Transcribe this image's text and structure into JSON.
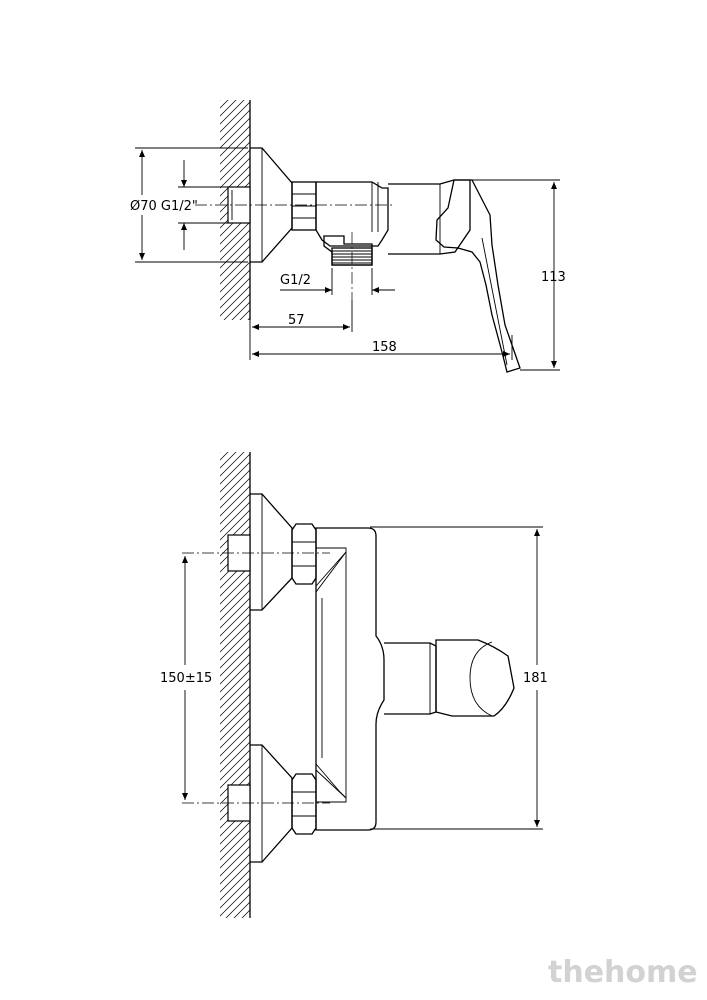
{
  "side_view": {
    "dim_diameter": "Ø70 G1/2\"",
    "dim_outlet_thread": "G1/2",
    "dim_outlet_offset": "57",
    "dim_depth": "158",
    "dim_height": "113"
  },
  "front_view": {
    "dim_center_distance": "150±15",
    "dim_body_height": "181"
  },
  "watermark": "thehome"
}
